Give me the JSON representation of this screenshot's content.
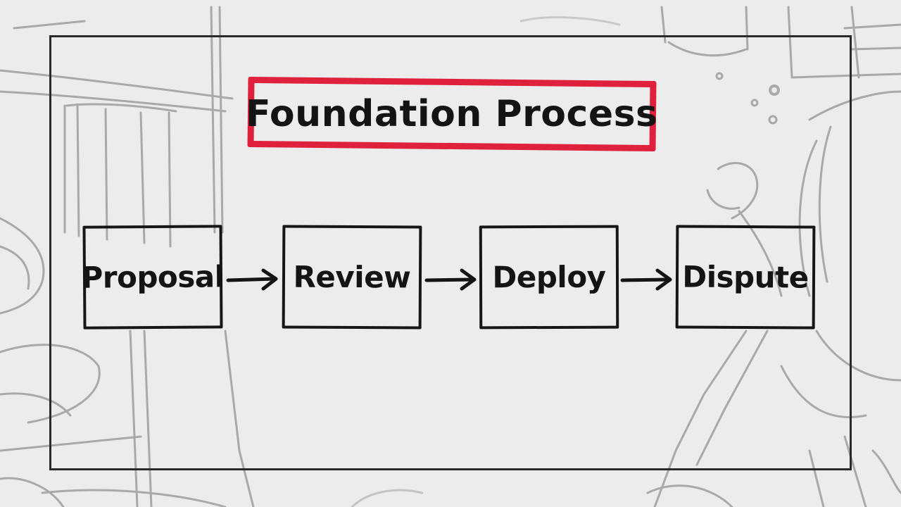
{
  "title": "Foundation Process",
  "steps": [
    {
      "label": "Proposal"
    },
    {
      "label": "Review"
    },
    {
      "label": "Deploy"
    },
    {
      "label": "Dispute"
    }
  ],
  "colors": {
    "title_border": "#e0213d",
    "ink": "#141414",
    "background": "#ececec",
    "sketch_lines": "#a8a8a8"
  },
  "icons": {
    "connector": "right-arrow-icon"
  }
}
